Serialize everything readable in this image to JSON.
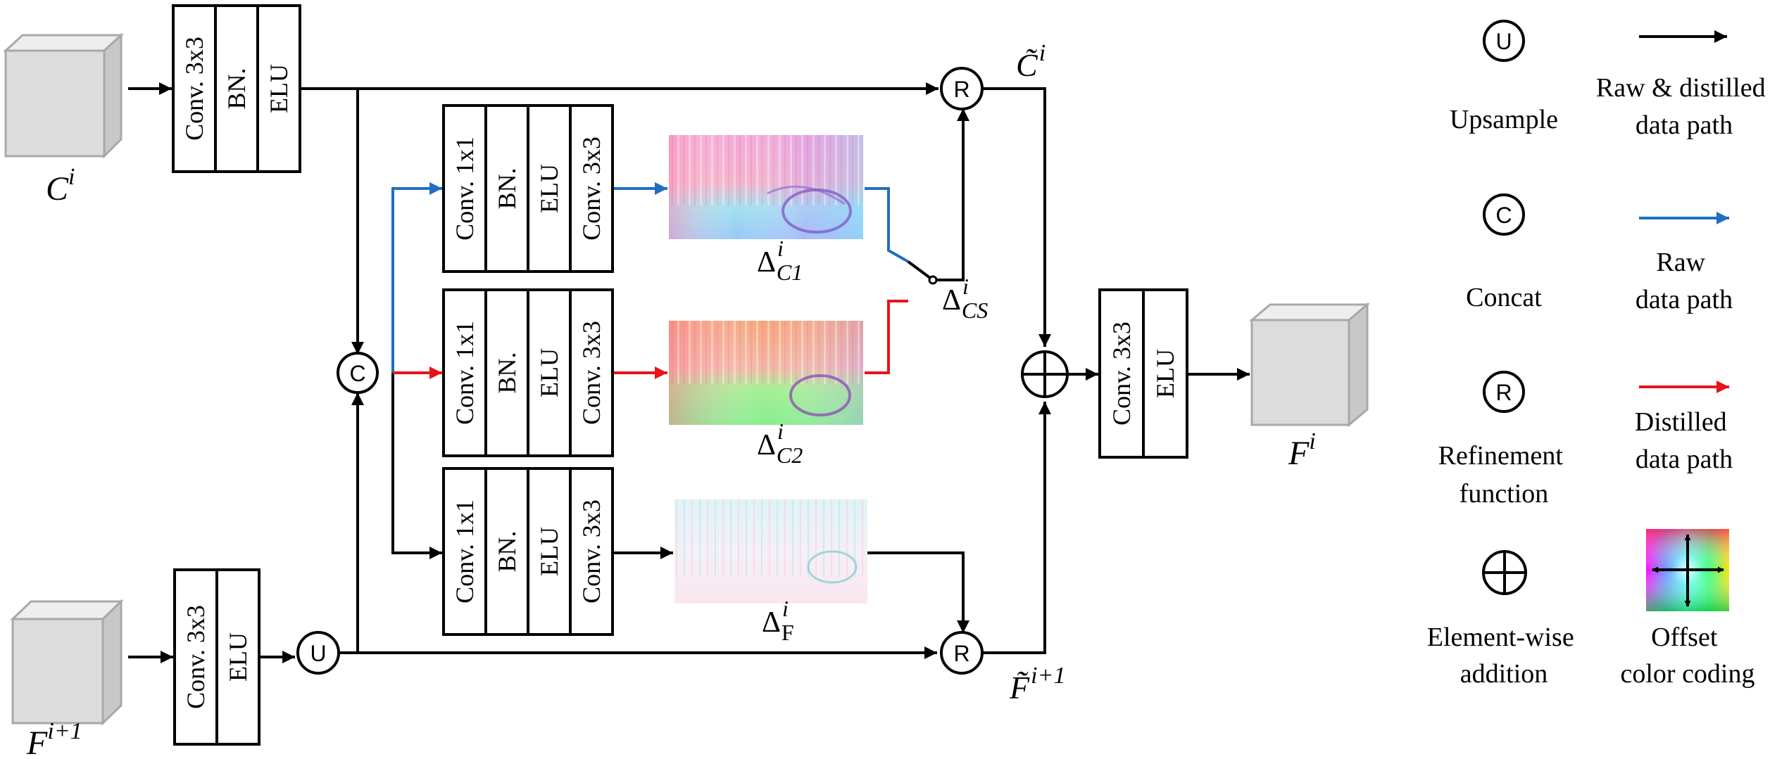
{
  "colors": {
    "raw_distilled_path": "#000000",
    "raw_path": "#1f6fc0",
    "distilled_path": "#e8141a",
    "cube_face": "#dcdcdc",
    "cube_edge": "#a8a8a8"
  },
  "inputs": {
    "coarse_label": {
      "base": "C",
      "sup": "i"
    },
    "fine_label": {
      "base": "F",
      "sup": "i+1"
    },
    "output_label": {
      "base": "F",
      "sup": "i"
    }
  },
  "blocks": {
    "coarse_conv": [
      "Conv. 3x3",
      "BN.",
      "ELU"
    ],
    "fine_conv": [
      "Conv. 3x3",
      "ELU"
    ],
    "offset_branch": [
      "Conv. 1x1",
      "BN.",
      "ELU",
      "Conv. 3x3"
    ],
    "output_conv": [
      "Conv. 3x3",
      "ELU"
    ]
  },
  "operators": {
    "upsample": "U",
    "concat": "C",
    "refine": "R"
  },
  "offsets": {
    "c1": {
      "base": "Δ",
      "sup": "i",
      "sub": "C1"
    },
    "c2": {
      "base": "Δ",
      "sup": "i",
      "sub": "C2"
    },
    "f": {
      "base": "Δ",
      "sup": "i",
      "sub": "F"
    },
    "cs": {
      "base": "Δ",
      "sup": "i",
      "sub": "CS"
    }
  },
  "refined": {
    "c": {
      "base": "C̃",
      "sup": "i"
    },
    "f": {
      "base": "F̃",
      "sup": "i+1"
    }
  },
  "legend": {
    "upsample": "Upsample",
    "concat": "Concat",
    "refine_1": "Refinement",
    "refine_2": "function",
    "add_1": "Element-wise",
    "add_2": "addition",
    "path_rd_1": "Raw & distilled",
    "path_rd_2": "data path",
    "path_raw_1": "Raw",
    "path_raw_2": "data path",
    "path_dist_1": "Distilled",
    "path_dist_2": "data path",
    "offset_1": "Offset",
    "offset_2": "color coding"
  }
}
